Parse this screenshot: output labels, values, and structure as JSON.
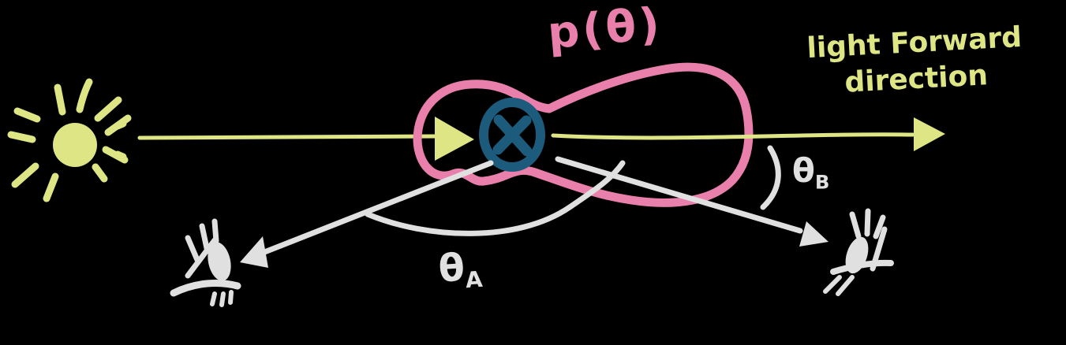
{
  "diagram": {
    "type": "hand-drawn-sketch",
    "subject": "light scattering phase function with forward light direction and two observer angles",
    "labels": {
      "phase_function": "p(θ)",
      "light_direction_line1": "light Forward",
      "light_direction_line2": "direction",
      "theta_a": {
        "symbol": "θ",
        "subscript": "A"
      },
      "theta_b": {
        "symbol": "θ",
        "subscript": "B"
      }
    },
    "colors": {
      "background": "#000000",
      "yellow": "#dee585",
      "pink": "#e97fab",
      "teal": "#1d5b7c",
      "gray": "#e0e0e0"
    },
    "icons": {
      "light_source": "sun-icon",
      "scattering_point": "x-circle-marker-icon",
      "observer_left": "eye-icon",
      "observer_right": "eye-icon",
      "beam": "arrow-right-icon",
      "forward": "arrow-right-icon"
    }
  }
}
